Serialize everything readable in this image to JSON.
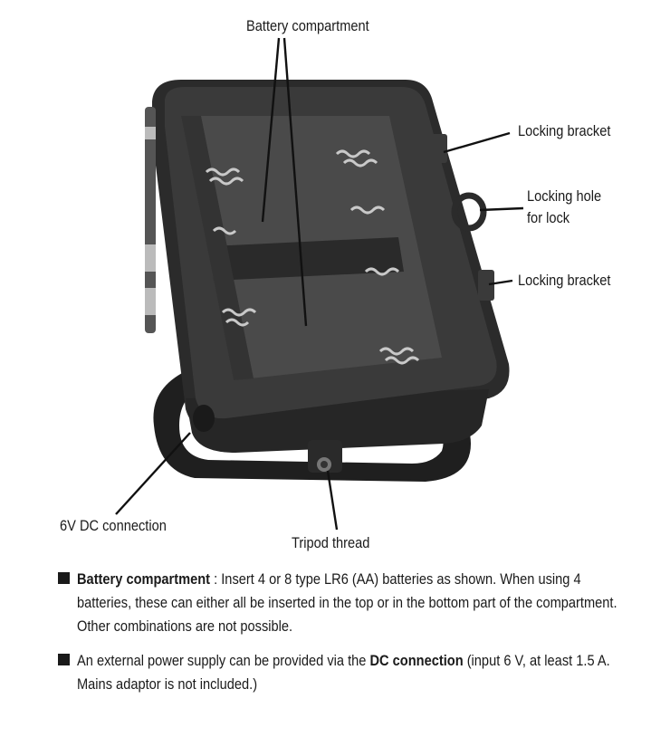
{
  "labels": {
    "battery_compartment": "Battery compartment",
    "locking_bracket_top": "Locking bracket",
    "locking_hole_line1": "Locking hole",
    "locking_hole_line2": "for lock",
    "locking_bracket_bottom": "Locking bracket",
    "dc_connection": "6V DC connection",
    "tripod_thread": "Tripod thread"
  },
  "notes": [
    {
      "bold": "Battery compartment",
      "text": " : Insert 4 or 8 type LR6 (AA) batteries as shown. When using 4 batteries, these can either all be inserted in the top or in the bottom part of the compartment. Other combinations are not possible."
    },
    {
      "before": "An external power supply can be provided via the ",
      "bold": "DC connection",
      "after": " (input 6 V, at least 1.5 A. Mains adaptor is not included.)"
    }
  ],
  "colors": {
    "housing": "#2b2b2b",
    "interior": "#4a4a4a",
    "rim": "#3a3a3a",
    "spring": "#c9c9c9"
  }
}
